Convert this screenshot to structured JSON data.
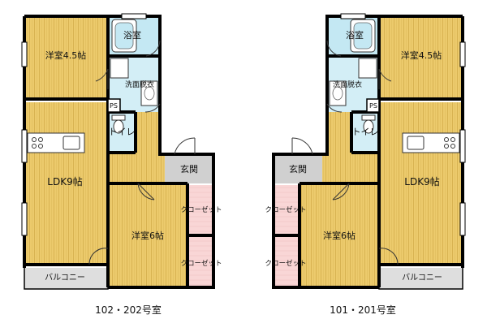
{
  "plans": [
    {
      "caption": "102・202号室",
      "rooms": {
        "bath": "浴室",
        "western_small": "洋室4.5帖",
        "washroom": "洗面脱衣",
        "ps": "PS",
        "toilet": "トイレ",
        "ldk": "LDK9帖",
        "entrance": "玄関",
        "western_large": "洋室6帖",
        "closet_1": "クローゼット",
        "closet_2": "クローゼット",
        "balcony": "バルコニー"
      }
    },
    {
      "caption": "101・201号室",
      "rooms": {
        "bath": "浴室",
        "western_small": "洋室4.5帖",
        "washroom": "洗面脱衣",
        "ps": "PS",
        "toilet": "トイレ",
        "ldk": "LDK9帖",
        "entrance": "玄関",
        "western_large": "洋室6帖",
        "closet_1": "クローゼット",
        "closet_2": "クローゼット",
        "balcony": "バルコニー"
      }
    }
  ],
  "colors": {
    "wood_floor": "#e9c96a",
    "wood_grain": "#d6b24f",
    "bath_floor": "#bfe6f2",
    "closet": "#f9d3d3",
    "entrance": "#cfcfcf",
    "balcony": "#dcdcdc",
    "wall": "#000000"
  }
}
